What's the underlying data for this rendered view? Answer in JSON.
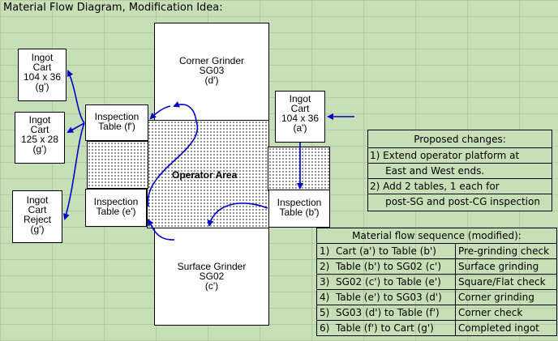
{
  "title": "Material Flow Diagram, Modification Idea:",
  "boxes": {
    "corner_grinder": "Corner Grinder\nSG03\n(d')",
    "surface_grinder": "Surface Grinder\nSG02\n(c')",
    "ingot_cart_g1": "Ingot\nCart\n104 x 36\n(g')",
    "ingot_cart_g2": "Ingot\nCart\n125 x 28\n(g')",
    "ingot_cart_reject": "Ingot\nCart\nReject\n(g')",
    "ingot_cart_a": "Ingot\nCart\n104 x 36\n(a')",
    "inspection_f": "Inspection\nTable  (f')",
    "inspection_e": "Inspection\nTable  (e')",
    "inspection_b": "Inspection\nTable  (b')",
    "operator_area": "Operator Area"
  },
  "proposed": {
    "header": "Proposed changes:",
    "lines": [
      "1)  Extend operator platform at",
      "     East and West ends.",
      "2)  Add 2 tables, 1 each for",
      "     post-SG and post-CG inspection"
    ]
  },
  "sequence": {
    "header": "Material flow sequence (modified):",
    "rows": [
      {
        "step": "1)  Cart (a') to Table (b')",
        "desc": "Pre-grinding check"
      },
      {
        "step": "2)  Table (b') to SG02 (c')",
        "desc": "Surface grinding"
      },
      {
        "step": "3)  SG02 (c') to Table (e')",
        "desc": "Square/Flat check"
      },
      {
        "step": "4)  Table (e') to SG03 (d')",
        "desc": "Corner grinding"
      },
      {
        "step": "5)  SG03 (d') to Table (f')",
        "desc": "Corner check"
      },
      {
        "step": "6)  Table (f') to Cart (g')",
        "desc": "Completed ingot"
      }
    ]
  },
  "colors": {
    "background": "#c6dfb6",
    "arrow": "#0000cc",
    "box": "#ffffff"
  }
}
